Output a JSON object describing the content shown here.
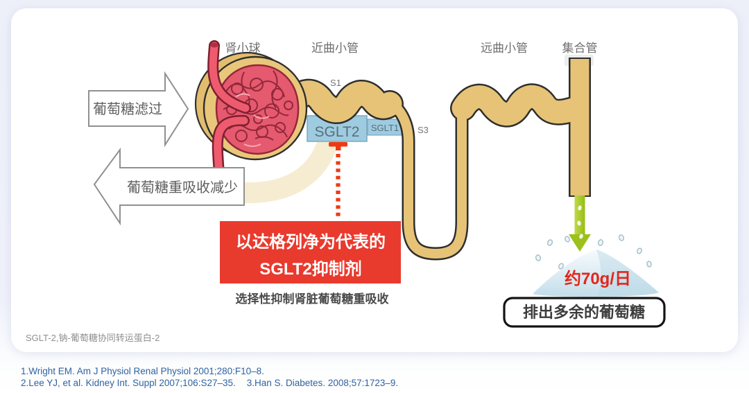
{
  "colors": {
    "tubule": "#e6c376",
    "tubule_outline": "#2e2e2e",
    "vessel_red": "#ee5b6f",
    "transporter_blue": "#9ecbdf",
    "inhibition_red": "#ee3a12",
    "banner_red": "#e93a2e",
    "excretion_green": "#a4c629",
    "sugar_blue": "#c3deea",
    "reference_blue": "#2f62a0"
  },
  "diagram": {
    "labels": {
      "glomerulus": "肾小球",
      "proximal": "近曲小管",
      "distal": "远曲小管",
      "duct": "集合管",
      "s1": "S1",
      "s3": "S3"
    },
    "transporters": {
      "sglt2": "SGLT2",
      "sglt1": "SGLT1"
    },
    "flow": {
      "filtration": "葡萄糖滤过",
      "reabsorption": "葡萄糖重吸收减少"
    },
    "inhibitor": {
      "line1": "以达格列净为代表的",
      "line2": "SGLT2抑制剂"
    },
    "caption": "选择性抑制肾脏葡萄糖重吸收",
    "excretion": {
      "amount": "约70g/日",
      "label": "排出多余的葡萄糖"
    }
  },
  "footnote": "SGLT-2,钠-葡萄糖协同转运蛋白-2",
  "references": {
    "r1": "1.Wright EM. Am J Physiol Renal Physiol 2001;280:F10–8.",
    "r2": "2.Lee YJ, et al. Kidney Int. Suppl 2007;106:S27–35.",
    "r3": "3.Han S. Diabetes. 2008;57:1723–9."
  }
}
